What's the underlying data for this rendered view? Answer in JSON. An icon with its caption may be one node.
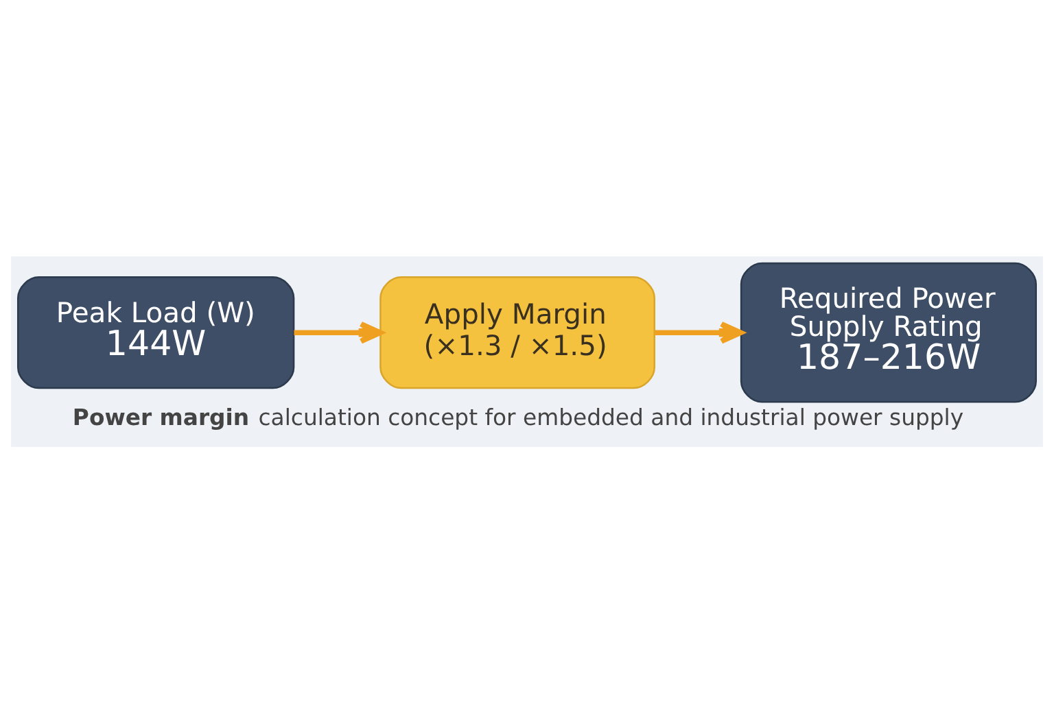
{
  "diagram": {
    "caption": "**Power margin** calculation concept for embedded and industrial power supply",
    "nodes": [
      {
        "text": [
          "Peak Load (W)",
          "144W"
        ]
      },
      {
        "text": [
          "Apply Margin (×1.3 / ×1.5)"
        ]
      },
      {
        "text": [
          "Required Power Supply Rating",
          "187–216W"
        ]
      }
    ],
    "edges": [
      {
        "from": 0,
        "to": 1,
        "arrow": "to"
      },
      {
        "from": 1,
        "to": 2,
        "arrow": "to"
      }
    ]
  }
}
